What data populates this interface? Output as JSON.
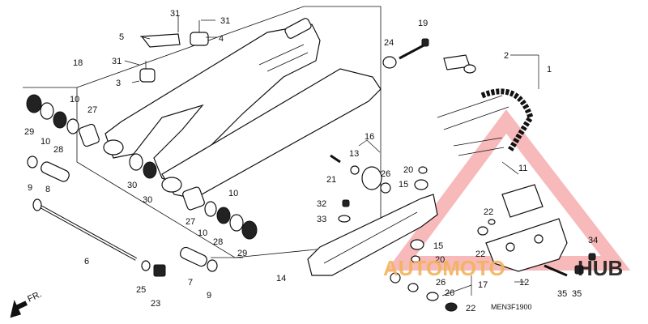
{
  "callouts": {
    "c1": "1",
    "c2": "2",
    "c3": "3",
    "c4": "4",
    "c5": "5",
    "c6": "6",
    "c7": "7",
    "c8": "8",
    "c9": "9",
    "c10": "10",
    "c11": "11",
    "c12": "12",
    "c13": "13",
    "c14": "14",
    "c15": "15",
    "c16": "16",
    "c17": "17",
    "c18": "18",
    "c19": "19",
    "c20": "20",
    "c21": "21",
    "c22": "22",
    "c23": "23",
    "c24": "24",
    "c25": "25",
    "c26": "26",
    "c27": "27",
    "c28": "28",
    "c29": "29",
    "c30": "30",
    "c31": "31",
    "c32": "32",
    "c33": "33",
    "c34": "34",
    "c35": "35"
  },
  "direction_label": "FR.",
  "diagram_code": "MEN3F1900",
  "watermark": {
    "text_a": "AUTOMOTO",
    "text_b": "HUB",
    "color_a": "#f2b45a",
    "color_triangle": "#f08080"
  }
}
